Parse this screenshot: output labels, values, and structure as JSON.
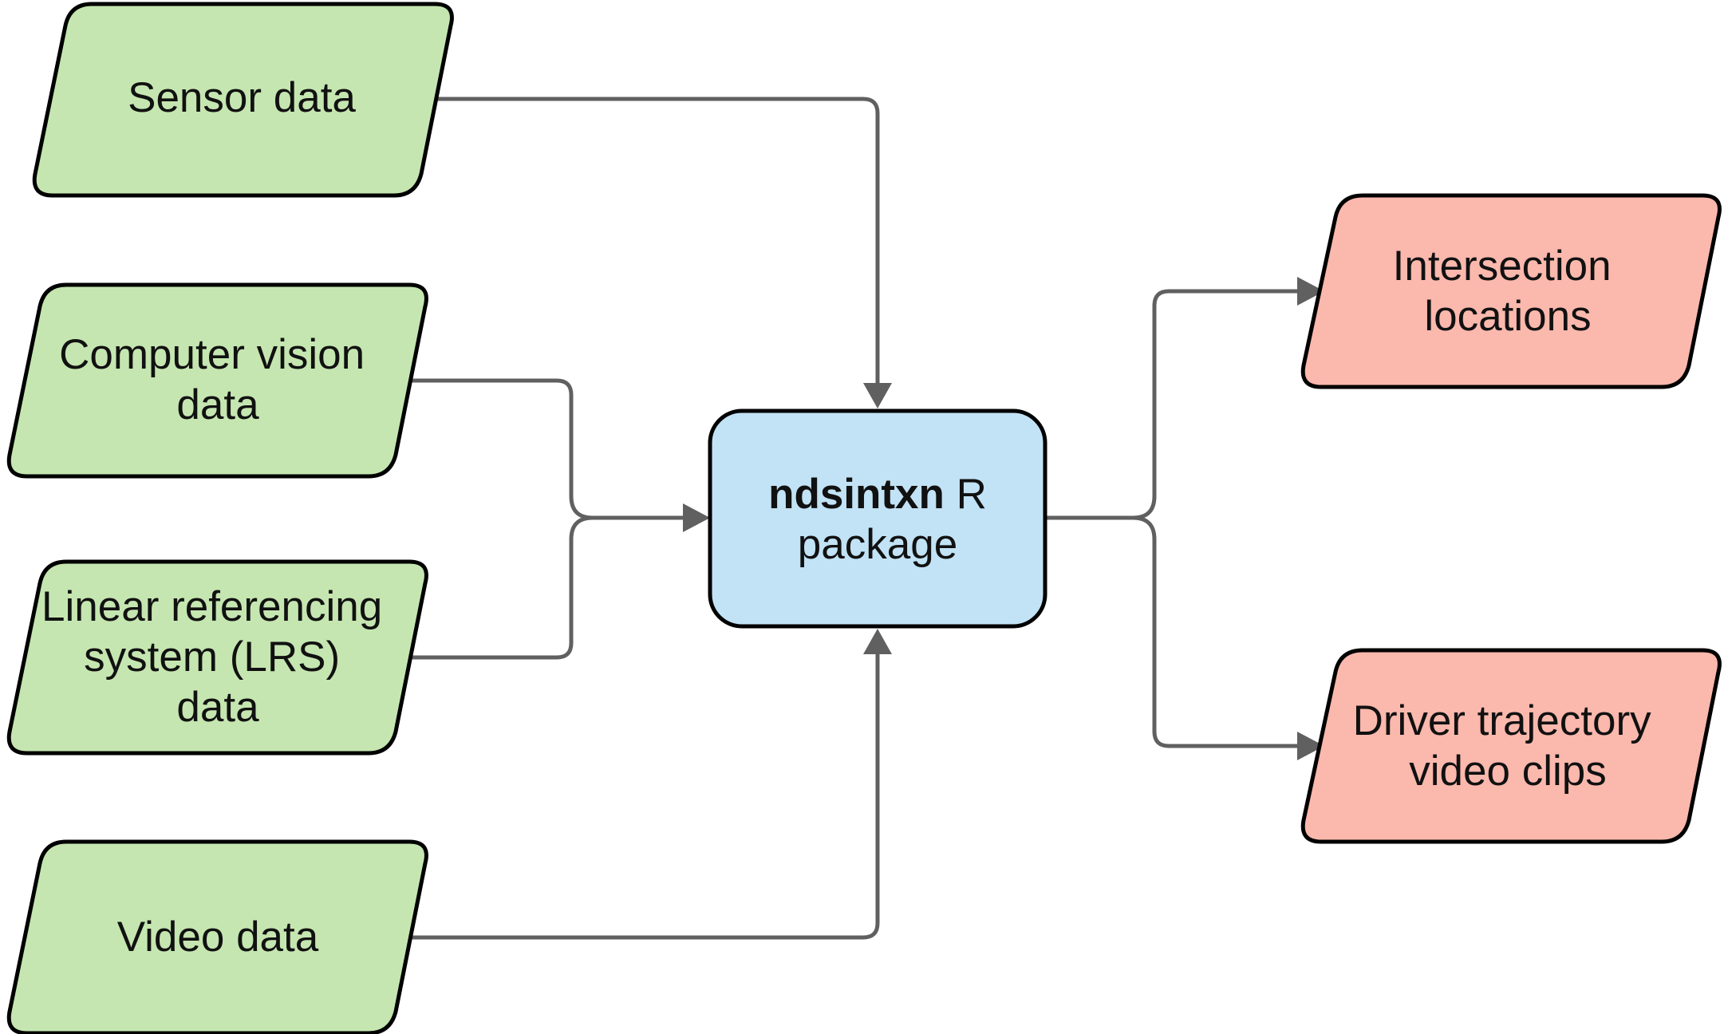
{
  "diagram": {
    "inputs": [
      {
        "lines": [
          "Sensor data"
        ]
      },
      {
        "lines": [
          "Computer vision",
          "data"
        ]
      },
      {
        "lines": [
          "Linear referencing",
          "system (LRS)",
          "data"
        ]
      },
      {
        "lines": [
          "Video data"
        ]
      }
    ],
    "center": {
      "name_bold": "ndsintxn",
      "name_rest": " R",
      "line2": "package"
    },
    "outputs": [
      {
        "lines": [
          "Intersection",
          "locations"
        ]
      },
      {
        "lines": [
          "Driver trajectory",
          "video clips"
        ]
      }
    ],
    "colors": {
      "input_fill": "#c5e6b0",
      "center_fill": "#c2e2f5",
      "output_fill": "#fbb8ad",
      "connector": "#606060",
      "outline": "#000000"
    }
  }
}
